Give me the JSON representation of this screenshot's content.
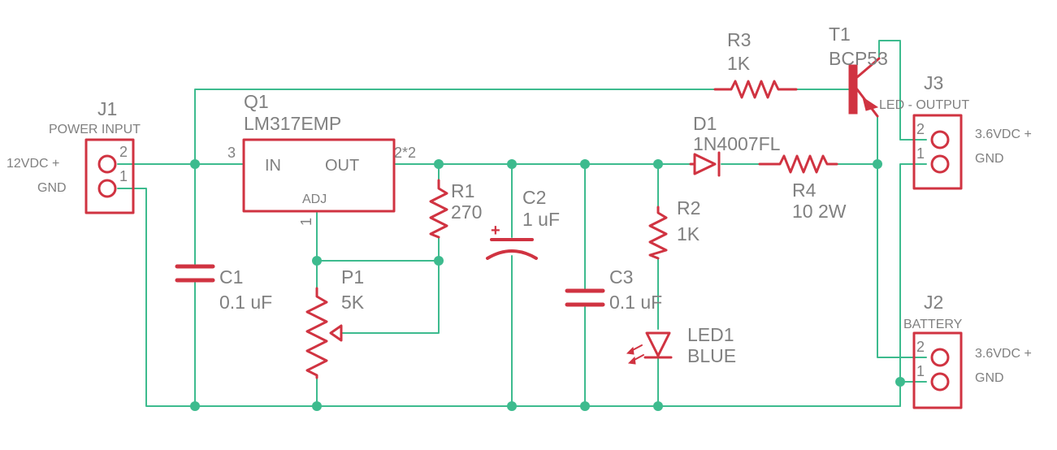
{
  "colors": {
    "wire": "#3dbb8e",
    "symbol": "#d03341",
    "label": "#808080",
    "background": "#ffffff"
  },
  "components": {
    "j1": {
      "ref": "J1",
      "value": "POWER INPUT",
      "pin2": "2",
      "pin1": "1",
      "pin2_label": "12VDC +",
      "pin1_label": "GND"
    },
    "q1": {
      "ref": "Q1",
      "value": "LM317EMP",
      "pin_in": "IN",
      "pin_out": "OUT",
      "pin_adj": "ADJ",
      "pin_in_num": "3",
      "pin_out_num": "2*2",
      "pin_adj_num": "1"
    },
    "r1": {
      "ref": "R1",
      "value": "270"
    },
    "c1": {
      "ref": "C1",
      "value": "0.1 uF"
    },
    "p1": {
      "ref": "P1",
      "value": "5K"
    },
    "c2": {
      "ref": "C2",
      "value": "1 uF",
      "polarity": "+"
    },
    "c3": {
      "ref": "C3",
      "value": "0.1 uF"
    },
    "d1": {
      "ref": "D1",
      "value": "1N4007FL"
    },
    "r2": {
      "ref": "R2",
      "value": "1K"
    },
    "led1": {
      "ref": "LED1",
      "value": "BLUE"
    },
    "r3": {
      "ref": "R3",
      "value": "1K"
    },
    "t1": {
      "ref": "T1",
      "value": "BCP53"
    },
    "r4": {
      "ref": "R4",
      "value": "10 2W"
    },
    "j3": {
      "ref": "J3",
      "value": "LED - OUTPUT",
      "pin2": "2",
      "pin1": "1",
      "pin2_label": "3.6VDC +",
      "pin1_label": "GND"
    },
    "j2": {
      "ref": "J2",
      "value": "BATTERY",
      "pin2": "2",
      "pin1": "1",
      "pin2_label": "3.6VDC +",
      "pin1_label": "GND"
    }
  }
}
